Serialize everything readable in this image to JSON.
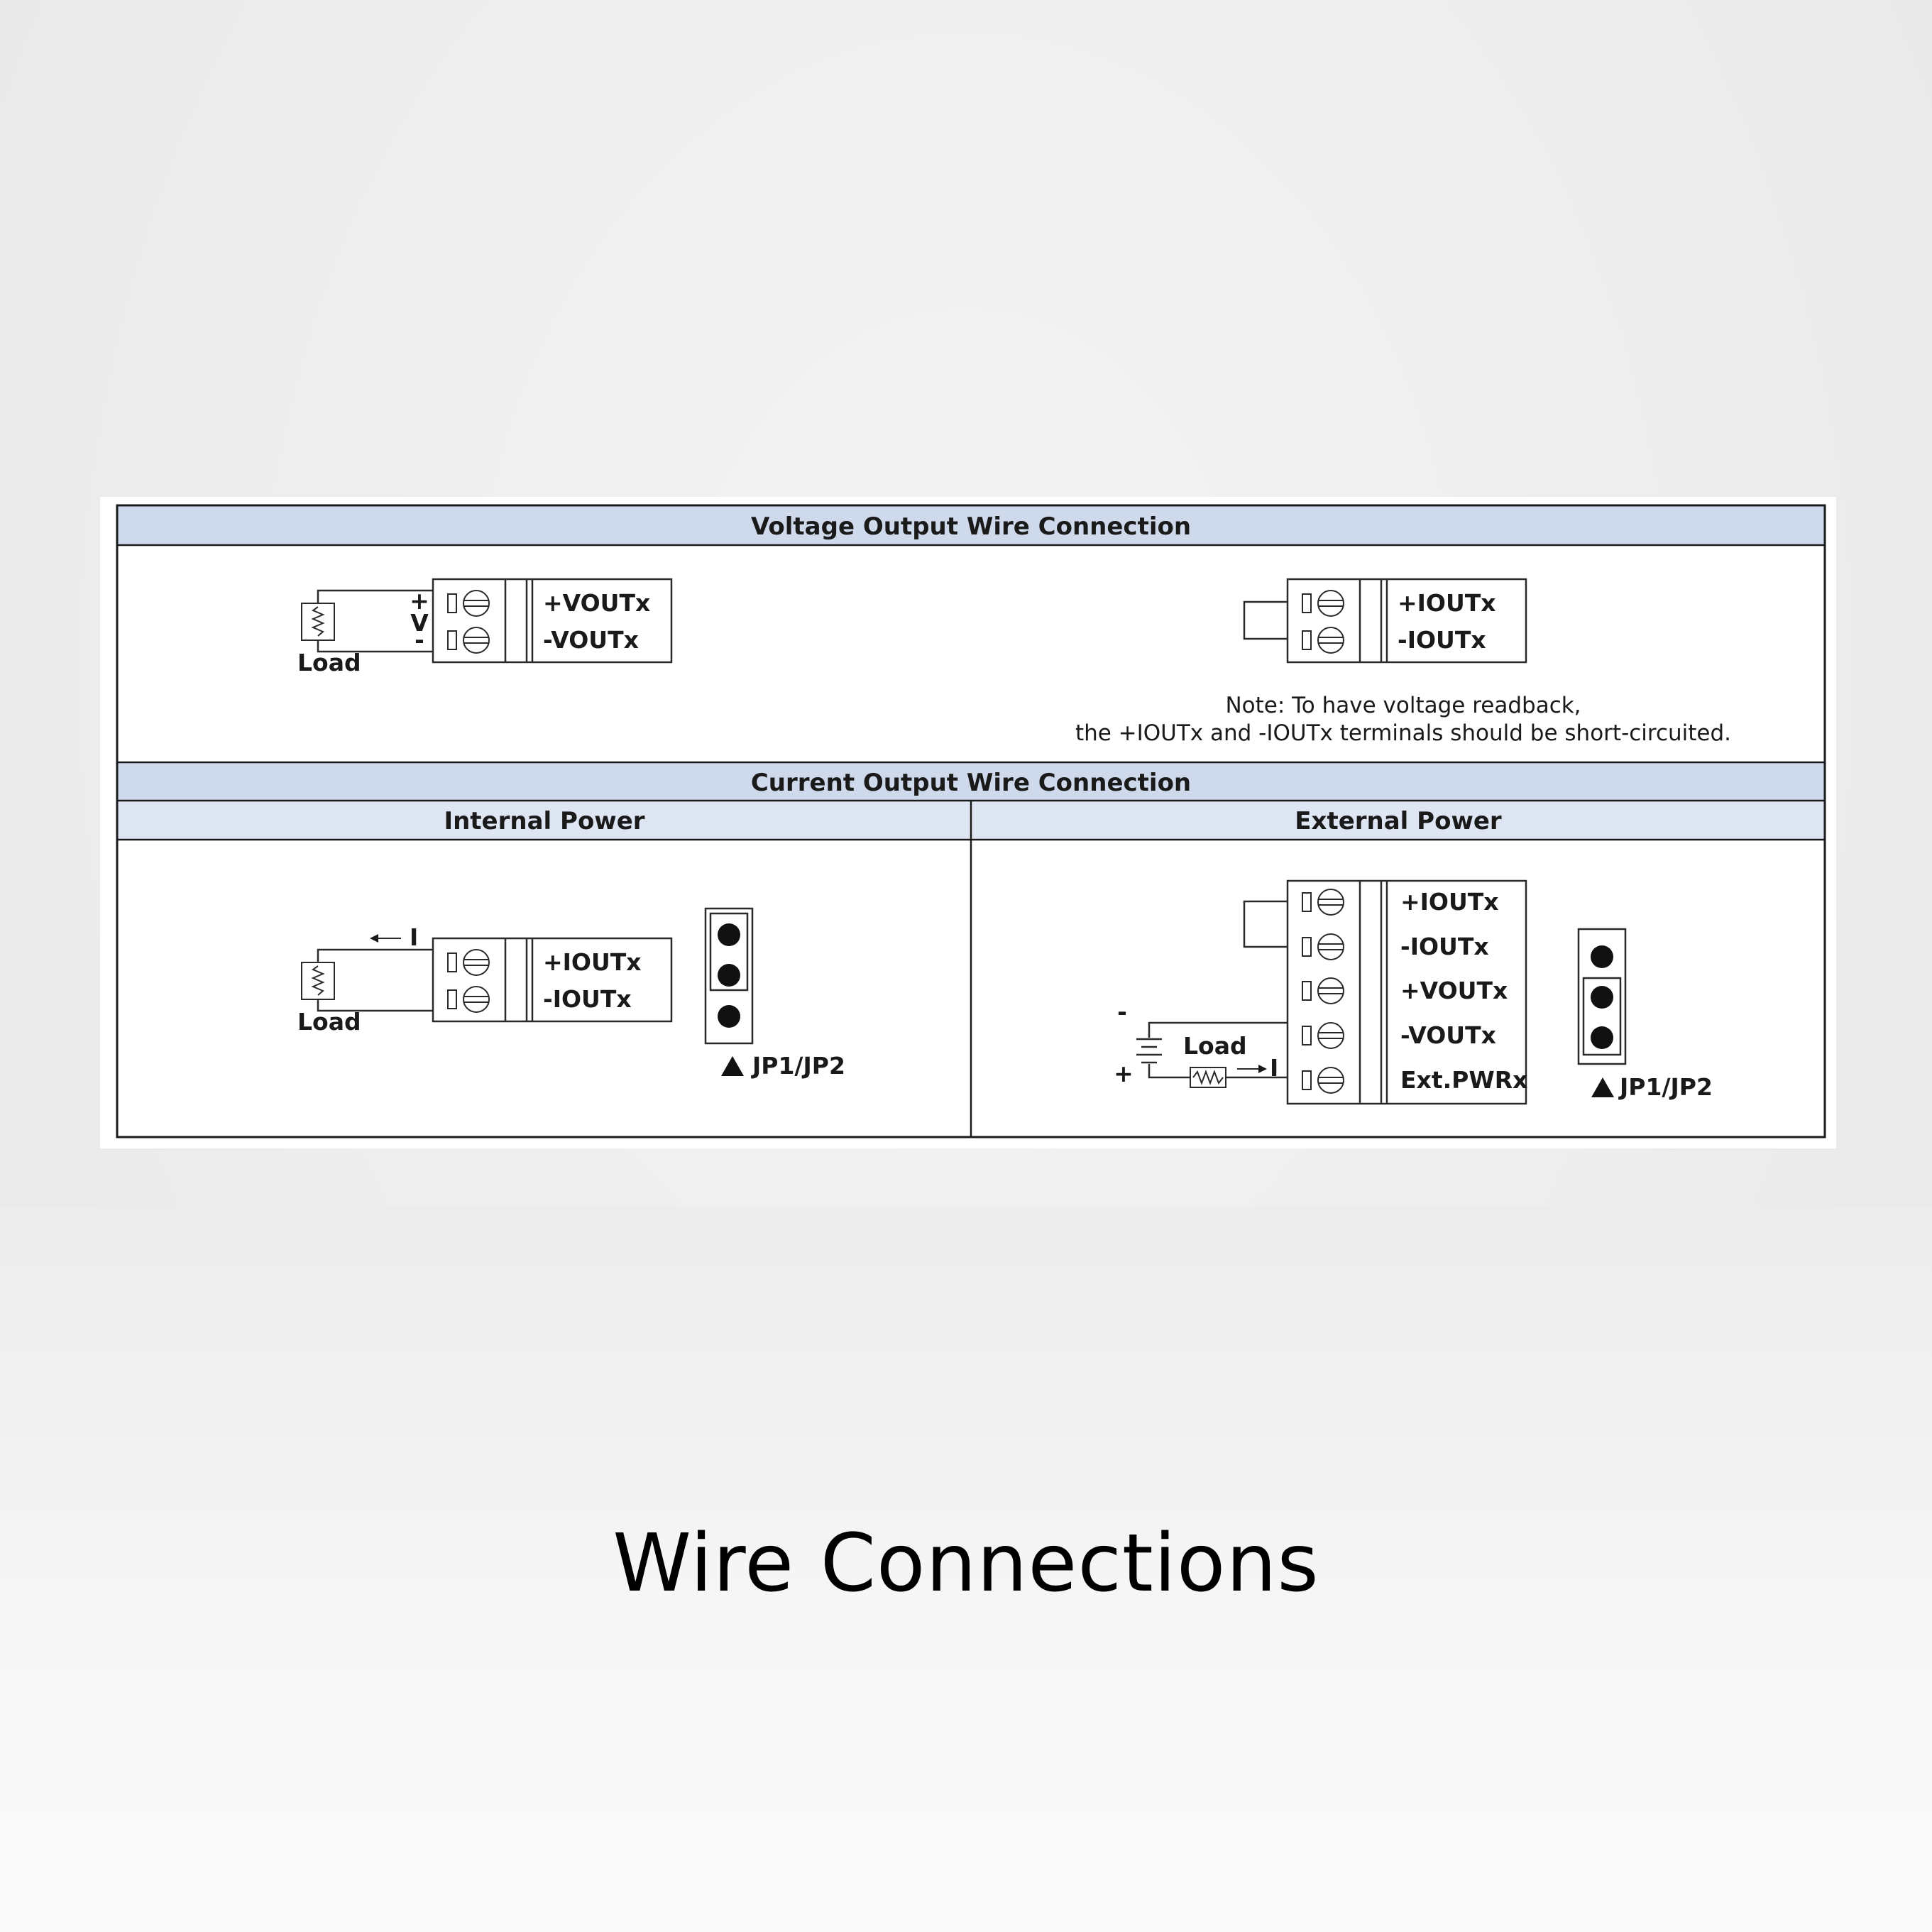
{
  "diagram": {
    "voltage_section": {
      "title": "Voltage Output Wire Connection",
      "load_label": "Load",
      "plus_sign": "+",
      "v_label": "V",
      "minus_sign": "-",
      "left_terminals": [
        "+VOUTx",
        "-VOUTx"
      ],
      "right_terminals": [
        "+IOUTx",
        "-IOUTx"
      ],
      "note_line1": "Note: To have voltage readback,",
      "note_line2": "the +IOUTx and -IOUTx terminals should be short-circuited."
    },
    "current_section": {
      "title": "Current Output Wire Connection",
      "internal": {
        "title": "Internal Power",
        "load_label": "Load",
        "current_label": "I",
        "terminals": [
          "+IOUTx",
          "-IOUTx"
        ],
        "jumper_label": "JP1/JP2"
      },
      "external": {
        "title": "External Power",
        "load_label": "Load",
        "current_label": "I",
        "minus_sign": "-",
        "plus_sign": "+",
        "terminals": [
          "+IOUTx",
          "-IOUTx",
          "+VOUTx",
          "-VOUTx",
          "Ext.PWRx"
        ],
        "jumper_label": "JP1/JP2"
      }
    }
  },
  "caption": "Wire Connections",
  "colors": {
    "header_fill": "#cfd9ec",
    "border": "#1a1a1a",
    "text": "#1a1a1a"
  }
}
